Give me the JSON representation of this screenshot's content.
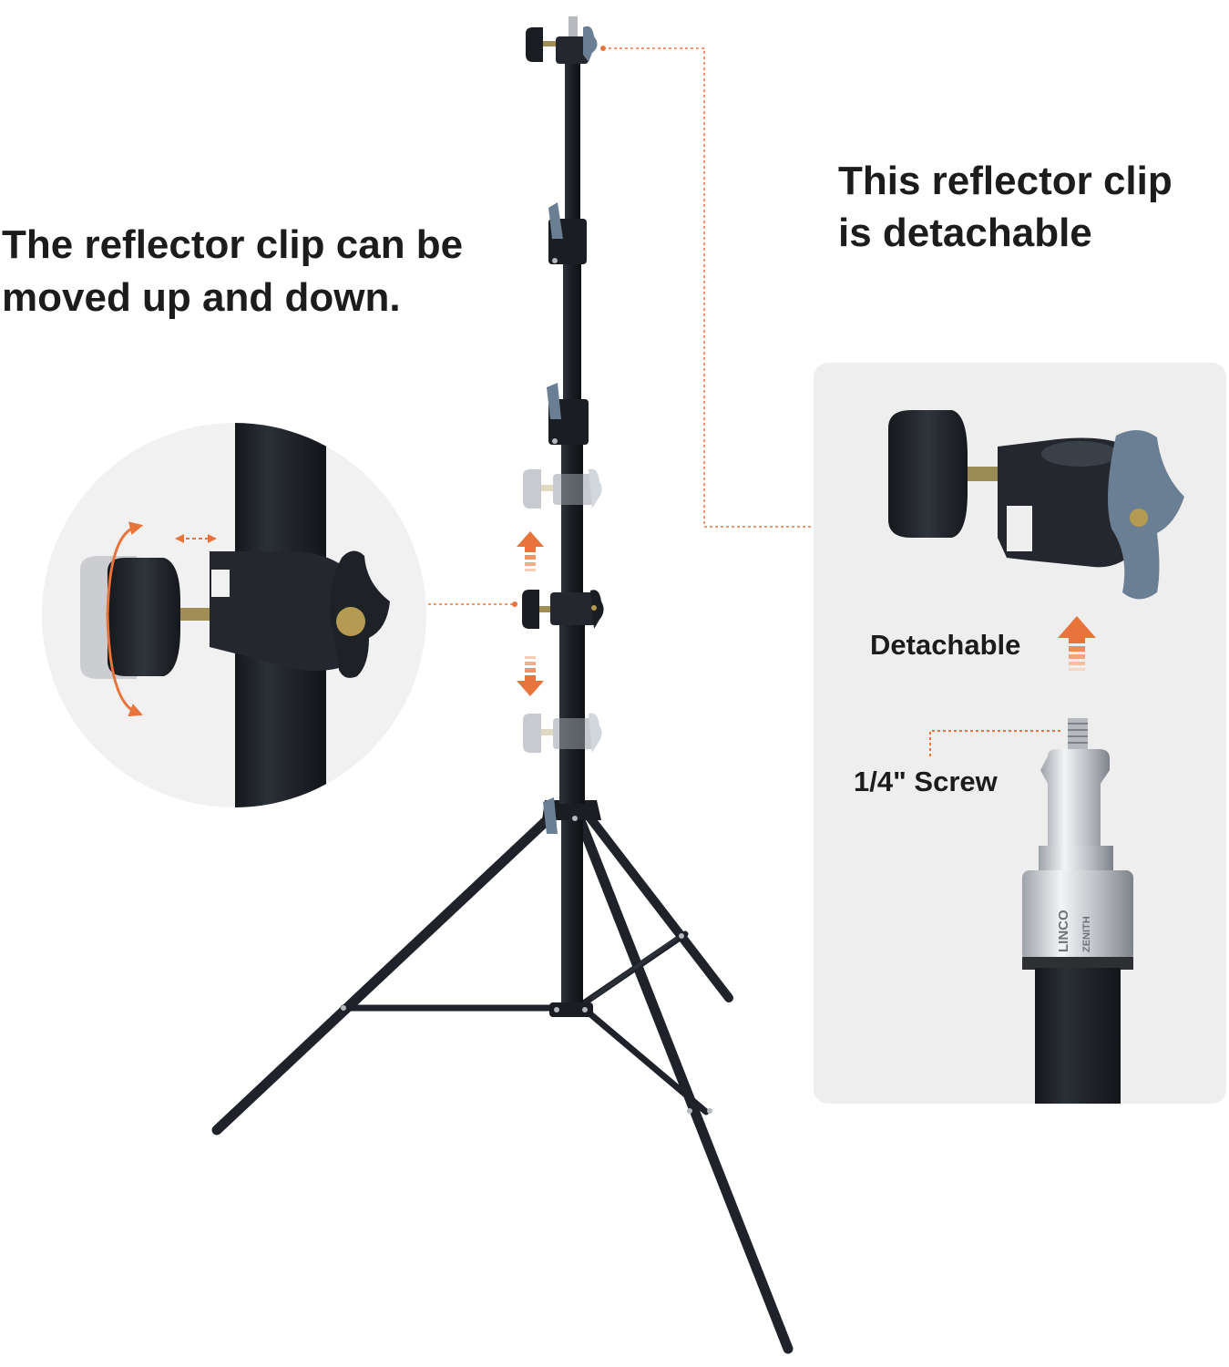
{
  "caption_left": {
    "line1": "The reflector clip can be",
    "line2": "moved up and down."
  },
  "caption_right": {
    "line1": "This reflector clip",
    "line2": "is detachable"
  },
  "detail_panel": {
    "detachable_label": "Detachable",
    "screw_label": "1/4\" Screw",
    "brand_text": "LINCO",
    "model_text": "ZENITH"
  },
  "colors": {
    "stand": "#1f2329",
    "accent_orange": "#e8743c",
    "wing_blue": "#6a7f94",
    "panel_bg": "#eeeeee",
    "circle_bg": "#f1f1f1",
    "chrome": "#c9ccd0"
  }
}
